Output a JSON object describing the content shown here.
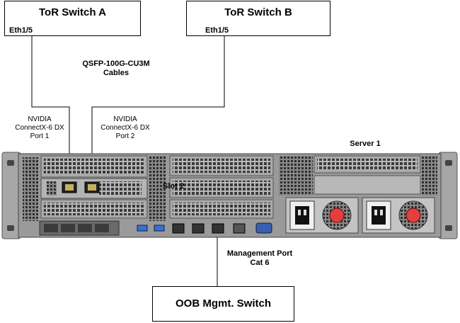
{
  "switch_a": {
    "title": "ToR Switch A",
    "port": "Eth1/5"
  },
  "switch_b": {
    "title": "ToR Switch B",
    "port": "Eth1/5"
  },
  "cables": {
    "line1": "QSFP-100G-CU3M",
    "line2": "Cables"
  },
  "nic_port1": {
    "line1": "NVIDIA",
    "line2": "ConnectX-6 DX",
    "line3": "Port 1"
  },
  "nic_port2": {
    "line1": "NVIDIA",
    "line2": "ConnectX-6 DX",
    "line3": "Port 2"
  },
  "server": {
    "label": "Server 1",
    "slot_label": "Slot 2"
  },
  "mgmt": {
    "line1": "Management Port",
    "line2": "Cat 6"
  },
  "oob": {
    "title": "OOB Mgmt. Switch"
  },
  "colors": {
    "chassis": "#9a9a9a",
    "chassis_dark": "#5c5c5c",
    "psu_red": "#e24040",
    "port_blue": "#3a6fd8"
  }
}
